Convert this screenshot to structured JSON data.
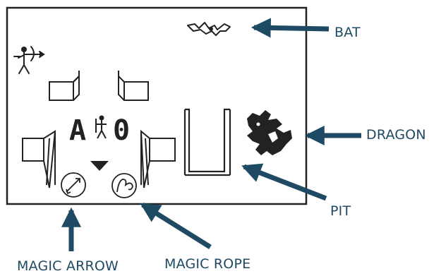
{
  "labels": {
    "bat": "BAT",
    "dragon": "DRAGON",
    "pit": "PIT",
    "magic_arrow": "MAGIC ARROW",
    "magic_rope": "MAGIC ROPE"
  },
  "room_display": {
    "left_char": "A",
    "right_char": "0"
  },
  "icons": {
    "archer": "archer-icon",
    "player": "player-figure-icon",
    "bat": "bat-icon",
    "dragon": "dragon-icon",
    "pit": "pit-icon",
    "magic_arrow": "magic-arrow-icon",
    "magic_rope": "magic-rope-icon",
    "direction": "direction-indicator-icon"
  },
  "colors": {
    "lcd_ink": "#222222",
    "callout": "#1f4a63",
    "screen_background": "#ffffff"
  }
}
